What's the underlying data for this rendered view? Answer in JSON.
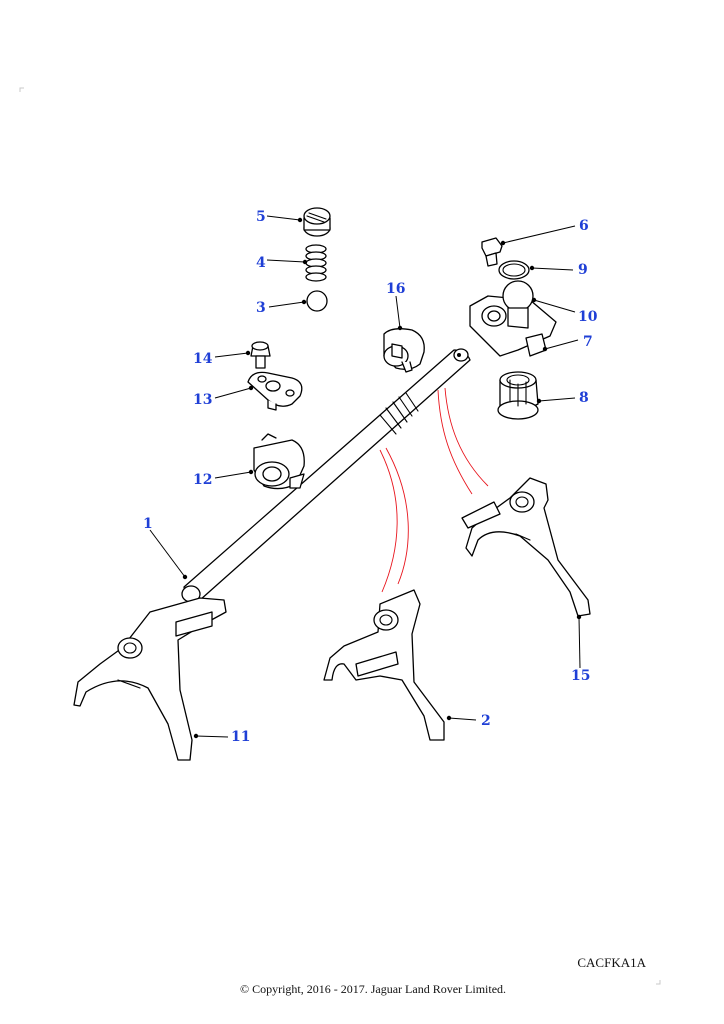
{
  "callouts": [
    {
      "label": "1"
    },
    {
      "label": "2"
    },
    {
      "label": "3"
    },
    {
      "label": "4"
    },
    {
      "label": "5"
    },
    {
      "label": "6"
    },
    {
      "label": "7"
    },
    {
      "label": "8"
    },
    {
      "label": "9"
    },
    {
      "label": "10"
    },
    {
      "label": "11"
    },
    {
      "label": "12"
    },
    {
      "label": "13"
    },
    {
      "label": "14"
    },
    {
      "label": "15"
    },
    {
      "label": "16"
    }
  ],
  "footer": {
    "diagram_code": "CACFKA1A",
    "copyright": "© Copyright, 2016 - 2017. Jaguar Land Rover Limited."
  },
  "colors": {
    "callout": "#1f3fd6",
    "linkage": "#e8141c",
    "outline": "#000000"
  }
}
